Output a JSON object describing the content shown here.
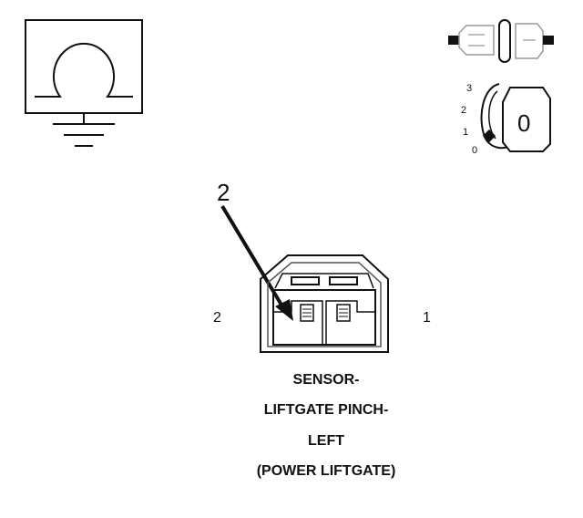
{
  "ignition_switch": {
    "positions": [
      "3",
      "2",
      "1",
      "0"
    ],
    "key_label": "0"
  },
  "callout": {
    "number": "2"
  },
  "connector": {
    "pin_left": "2",
    "pin_right": "1"
  },
  "caption": {
    "line1": "SENSOR-",
    "line2": "LIFTGATE PINCH-",
    "line3": "LEFT",
    "line4": "(POWER LIFTGATE)"
  },
  "colors": {
    "line": "#111111",
    "light": "#888888"
  }
}
